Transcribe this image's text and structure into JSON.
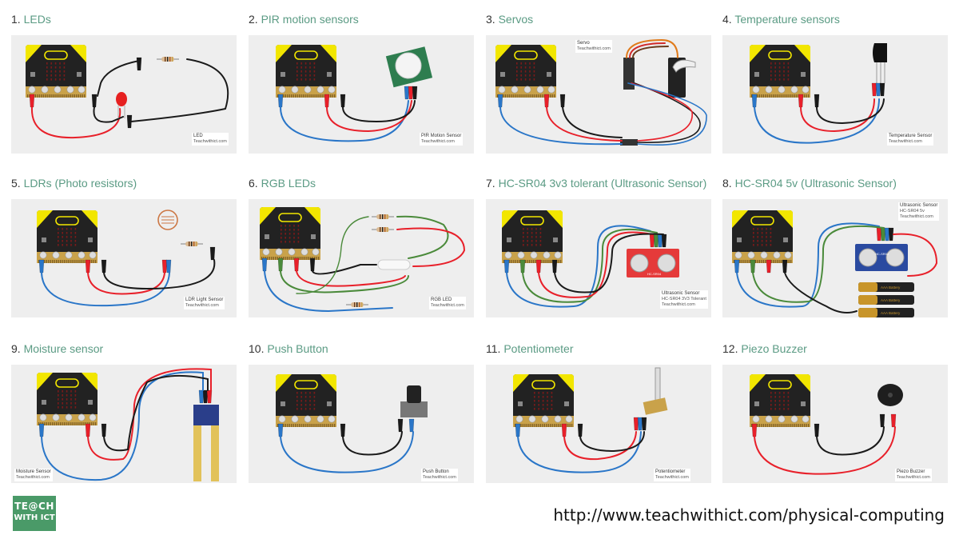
{
  "footer": {
    "url": "http://www.teachwithict.com/physical-computing",
    "logo_line1": "TE@CH",
    "logo_line2": "WITH ICT"
  },
  "source": "Teachwithict.com",
  "cards": [
    {
      "number": "1.",
      "title": "LEDs",
      "caption": "LED",
      "kind": "led"
    },
    {
      "number": "2.",
      "title": "PIR motion sensors",
      "caption": "PIR Motion Sensor",
      "kind": "pir"
    },
    {
      "number": "3.",
      "title": "Servos",
      "caption": "Servo",
      "kind": "servo"
    },
    {
      "number": "4.",
      "title": "Temperature sensors",
      "caption": "Temperature Sensor",
      "kind": "temp"
    },
    {
      "number": "5.",
      "title": "LDRs (Photo resistors)",
      "caption": "LDR Light Sensor",
      "kind": "ldr"
    },
    {
      "number": "6.",
      "title": "RGB LEDs",
      "caption": "RGB LED",
      "kind": "rgb"
    },
    {
      "number": "7.",
      "title": "HC-SR04 3v3 tolerant (Ultrasonic Sensor)",
      "caption": "Ultrasonic Sensor",
      "caption2": "HC-SR04 3V3 Tolerant",
      "kind": "us3"
    },
    {
      "number": "8.",
      "title": "HC-SR04 5v (Ultrasonic Sensor)",
      "caption": "Ultrasonic Sensor",
      "caption2": "HC-SR04 5v",
      "kind": "us5"
    },
    {
      "number": "9.",
      "title": "Moisture sensor",
      "caption": "Moisture Sensor",
      "kind": "moist"
    },
    {
      "number": "10.",
      "title": "Push Button",
      "caption": "Push Button",
      "kind": "button"
    },
    {
      "number": "11.",
      "title": "Potentiometer",
      "caption": "Potentiometer",
      "kind": "pot"
    },
    {
      "number": "12.",
      "title": "Piezo Buzzer",
      "caption": "Piezo Buzzer",
      "kind": "piezo"
    }
  ],
  "component_text": {
    "hcsr04": "HC-SR04",
    "battery": "AAA Battery"
  },
  "colors": {
    "title": "#5b9b84",
    "panel": "#eeeeee",
    "board": "#222222",
    "board_corner": "#f2e600",
    "wire_red": "#e8202a",
    "wire_blue": "#2a76c8",
    "wire_black": "#1a1a1a",
    "wire_green": "#4a8a3a",
    "logo": "#4a9a68"
  }
}
